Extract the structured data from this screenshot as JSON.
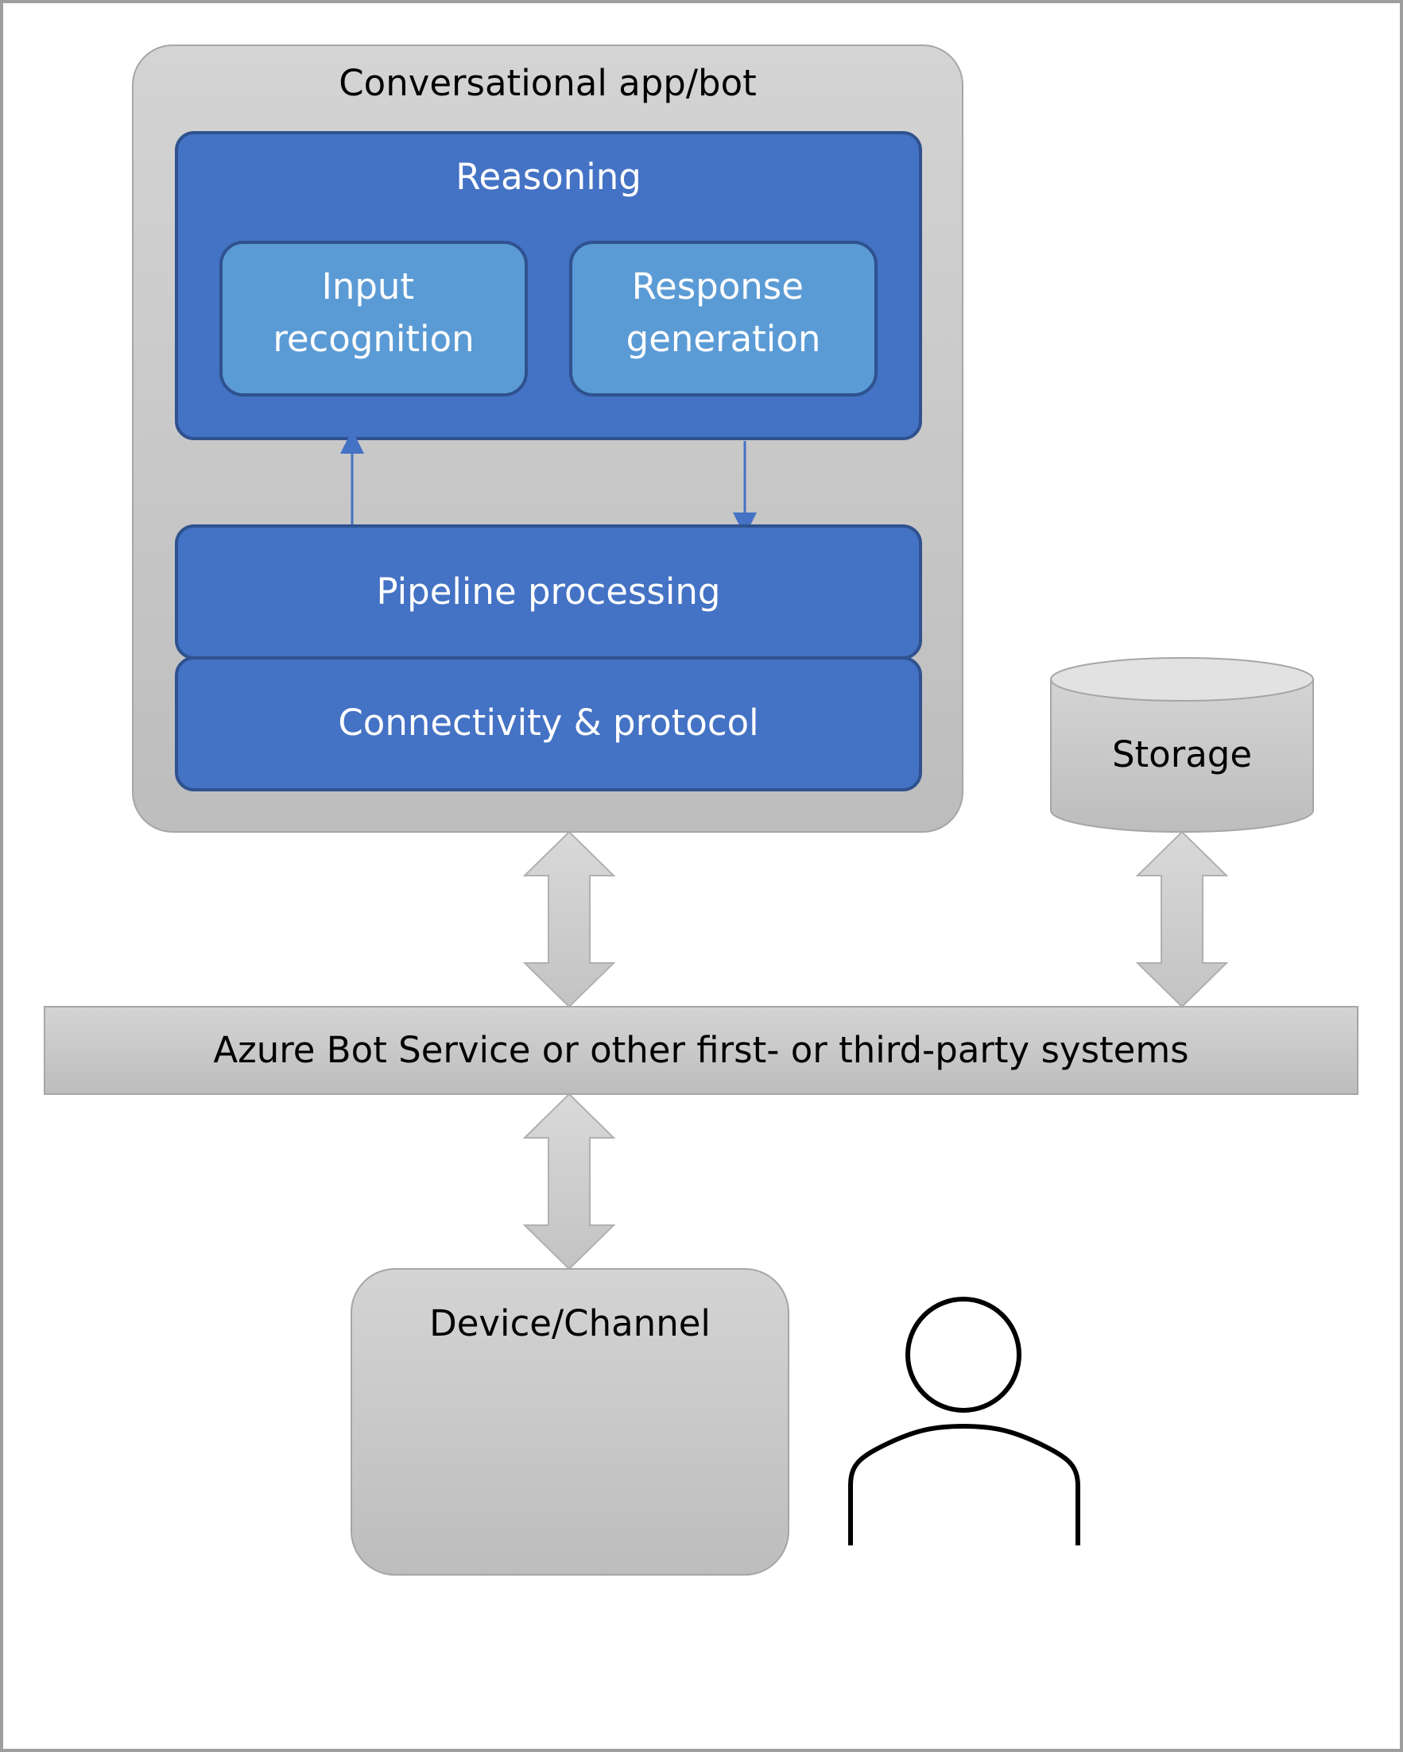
{
  "app": {
    "title": "Conversational app/bot",
    "reasoning": {
      "title": "Reasoning",
      "input_recognition": [
        "Input",
        "recognition"
      ],
      "response_generation": [
        "Response",
        "generation"
      ]
    },
    "pipeline": "Pipeline processing",
    "connectivity": "Connectivity & protocol"
  },
  "storage": "Storage",
  "service": "Azure Bot Service or other first- or third-party systems",
  "device": "Device/Channel",
  "icons": {
    "user": "user-icon"
  },
  "colors": {
    "dark_blue": "#4472c4",
    "light_blue": "#5b9bd5",
    "gray": "#c8c8c8",
    "border": "#a6a6a6"
  }
}
